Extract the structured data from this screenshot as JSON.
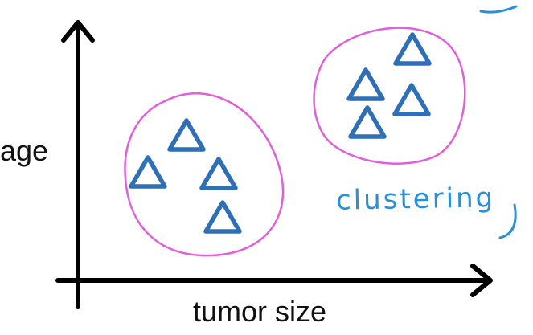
{
  "diagram": {
    "axes": {
      "y_label": "age",
      "x_label": "tumor size"
    },
    "annotation": "clustering",
    "clusters": [
      {
        "points": 4
      },
      {
        "points": 4
      }
    ],
    "colors": {
      "axis": "#000000",
      "cluster_outline": "#e060d8",
      "marker": "#2f6fb5",
      "annotation": "#2a8fd6"
    }
  }
}
